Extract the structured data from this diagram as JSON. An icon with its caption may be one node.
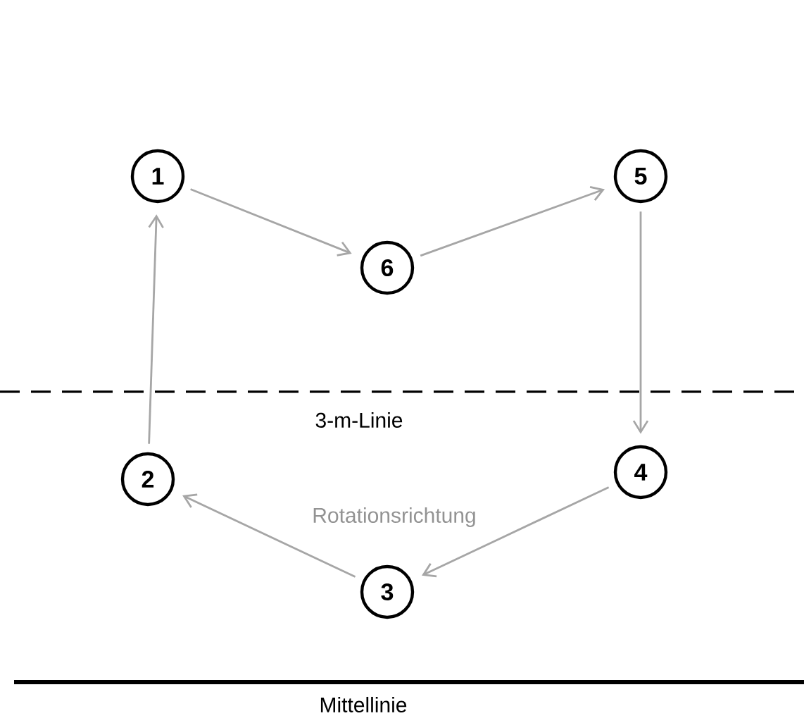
{
  "diagram": {
    "nodes": [
      {
        "text": [
          "1"
        ]
      },
      {
        "text": [
          "6"
        ]
      },
      {
        "text": [
          "5"
        ]
      },
      {
        "text": [
          "4"
        ]
      },
      {
        "text": [
          "3"
        ]
      },
      {
        "text": [
          "2"
        ]
      }
    ],
    "edges": [
      {
        "from": 0,
        "to": 1,
        "arrow": "to"
      },
      {
        "from": 1,
        "to": 2,
        "arrow": "to"
      },
      {
        "from": 2,
        "to": 3,
        "arrow": "to"
      },
      {
        "from": 3,
        "to": 4,
        "arrow": "to"
      },
      {
        "from": 4,
        "to": 5,
        "arrow": "to"
      },
      {
        "from": 5,
        "to": 0,
        "arrow": "to"
      }
    ],
    "labels": [
      "3-m-Linie",
      "Rotationsrichtung",
      "Mittellinie"
    ]
  }
}
